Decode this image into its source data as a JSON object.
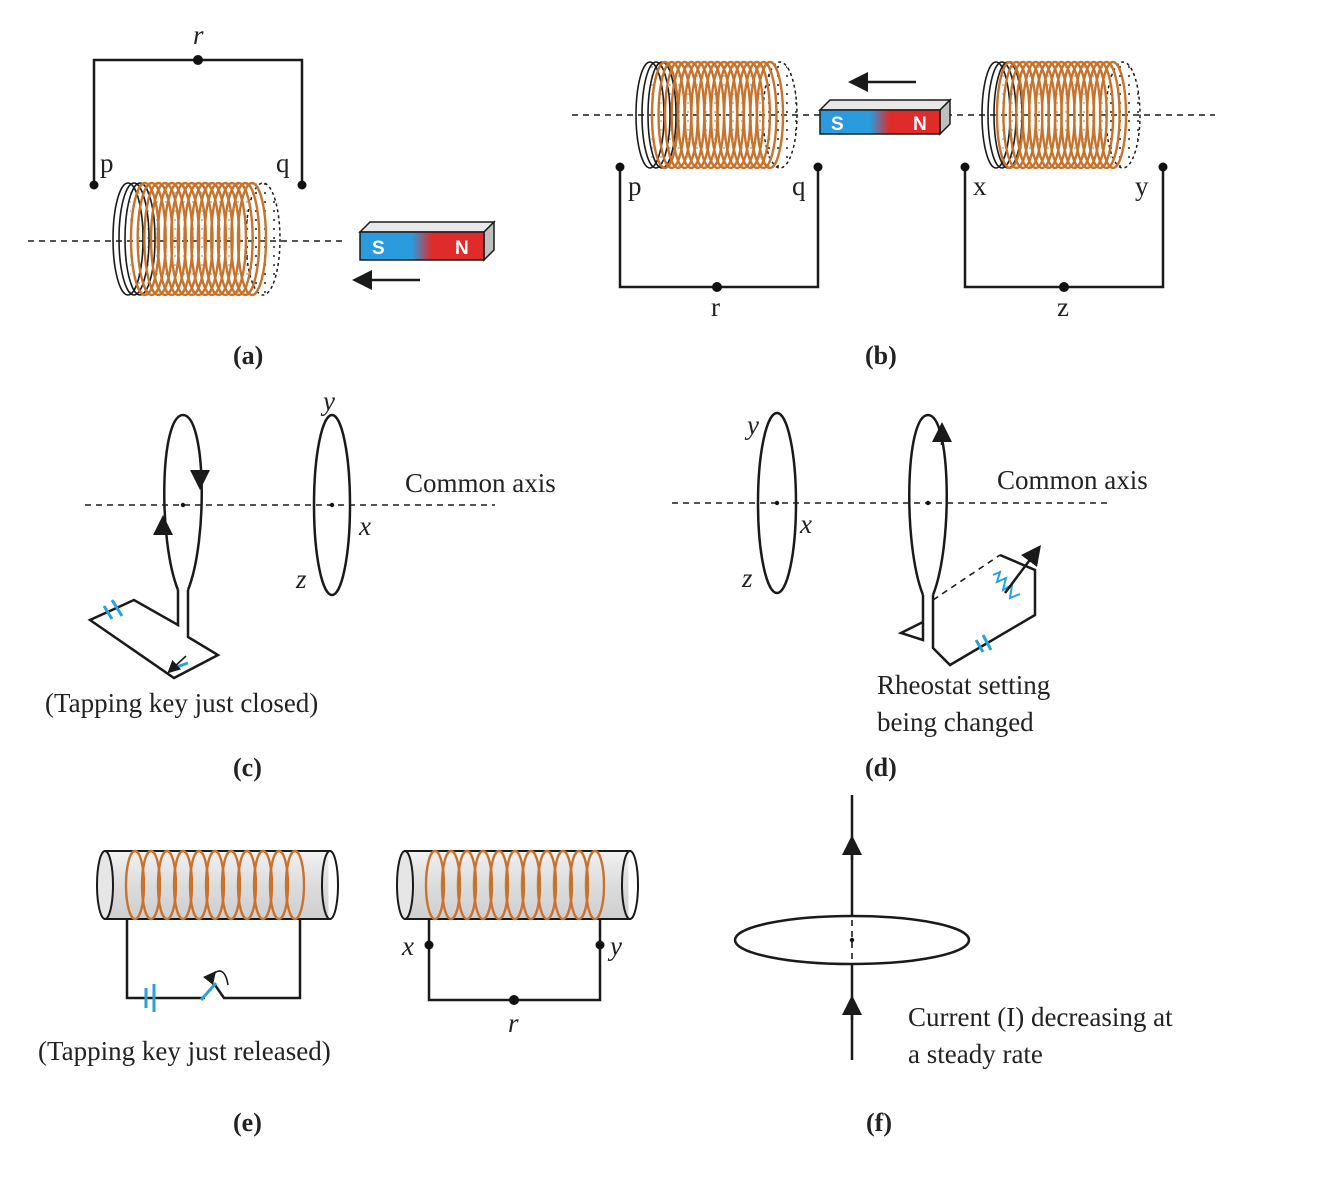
{
  "captions": {
    "a": "(a)",
    "b": "(b)",
    "c": "(c)",
    "d": "(d)",
    "e": "(e)",
    "f": "(f)"
  },
  "panel_a": {
    "labels": {
      "r": "r",
      "p": "p",
      "q": "q"
    },
    "magnet": {
      "south": "S",
      "north": "N"
    }
  },
  "panel_b": {
    "labels": {
      "p": "p",
      "q": "q",
      "r": "r",
      "x": "x",
      "y": "y",
      "z": "z"
    },
    "magnet": {
      "south": "S",
      "north": "N"
    }
  },
  "panel_c": {
    "labels": {
      "y": "y",
      "x": "x",
      "z": "z"
    },
    "axis_label": "Common axis",
    "note": "(Tapping key just closed)"
  },
  "panel_d": {
    "labels": {
      "y": "y",
      "x": "x",
      "z": "z"
    },
    "axis_label": "Common axis",
    "note_line1": "Rheostat setting",
    "note_line2": "being changed"
  },
  "panel_e": {
    "labels": {
      "x": "x",
      "y": "y",
      "r": "r"
    },
    "note": "(Tapping key just released)"
  },
  "panel_f": {
    "note_line1": "Current (I) decreasing at",
    "note_line2": "a steady rate"
  },
  "colors": {
    "copper": "#c8732c",
    "magnet_south": "#2a9bdc",
    "magnet_north": "#e02b2b",
    "battery": "#2aa0dc"
  }
}
